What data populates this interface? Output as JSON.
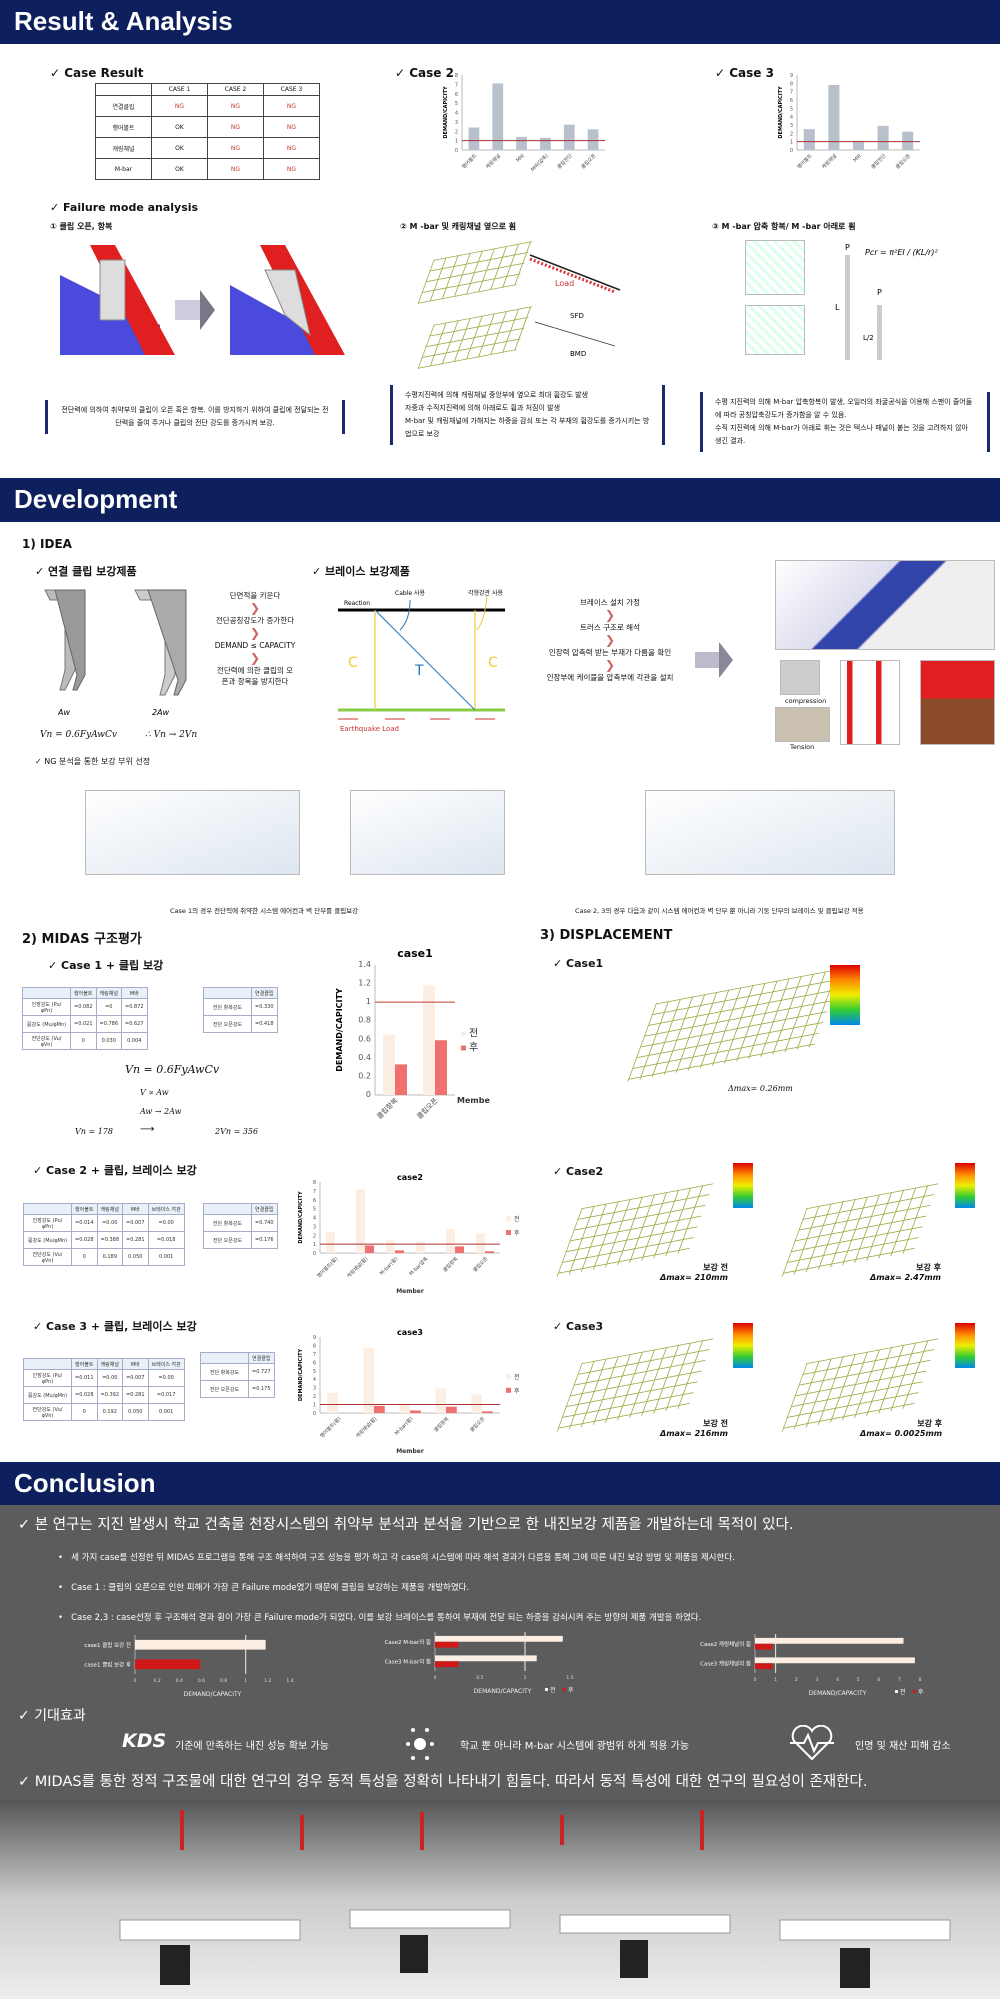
{
  "sections": {
    "result": "Result & Analysis",
    "development": "Development",
    "conclusion": "Conclusion"
  },
  "result": {
    "case_result_title": "Case Result",
    "table": {
      "headers": [
        "",
        "CASE 1",
        "CASE 2",
        "CASE 3"
      ],
      "rows": [
        [
          "연결클립",
          "NG",
          "NG",
          "NG"
        ],
        [
          "행어볼트",
          "OK",
          "NG",
          "NG"
        ],
        [
          "캐링채널",
          "OK",
          "NG",
          "NG"
        ],
        [
          "M-bar",
          "OK",
          "NG",
          "NG"
        ]
      ]
    },
    "case2_title": "Case 2",
    "case3_title": "Case 3",
    "failure_title": "Failure mode analysis",
    "failure_modes": [
      "① 클립 오픈, 항복",
      "② M -bar 및 캐링채널 옆으로 휨",
      "③ M -bar 압축 항복/ M -bar 아래로 휨"
    ],
    "fig_labels": {
      "load": "Load",
      "sfd": "SFD",
      "bmd": "BMD",
      "p": "P",
      "l": "L",
      "l2": "L/2",
      "pcr": "Pcr = π²EI / (KL/r)²"
    },
    "notes": [
      [
        "전단력에 의하여 취약부의 클립이 오픈 혹은 항복. 이를 방지하기 위하여 클립에 전달되는 전단력을 줄여 주거나 클립의 전단 강도를 증가시켜 보강."
      ],
      [
        "수평지진력에 의해 캐링채널 중앙부에 옆으로 최대 휨강도 발생",
        "자중과 수직지진력에 의해 아래로도 휨과 처짐이 발생",
        "M-bar 및 캐링채널에 가해지는 하중을 감쇠 또는 각 부재의 휨강도를 증가시키는 방법으로 보강"
      ],
      [
        "수평 지진력의 의해 M-bar 압축항복이 발생, 오일러의 좌굴공식을 이용해 스팬이 줄어듦에 따라 공칭압축강도가 증가함을 알 수 있음.",
        "수직 지진력에 의해 M-bar가 아래로 휘는 것은 텍스나 패널이 붙는 것을 고려하지 않아 생긴 결과."
      ]
    ]
  },
  "idea": {
    "title": "1) IDEA",
    "clip_title": "✓ 연결 클립 보강제품",
    "brace_title": "✓ 브레이스 보강제품",
    "clip_labels": [
      "Aw",
      "2Aw"
    ],
    "clip_formula": "Vn = 0.6FyAwCv",
    "clip_result": "∴ Vn → 2Vn",
    "clip_flow": [
      "단면적을 키운다",
      "전단공칭강도가 증가한다",
      "DEMAND ≤ CAPACITY",
      "전단력에 의한 클립의 오픈과 항복을 방지한다"
    ],
    "brace_labels": {
      "reaction": "Reaction",
      "cable": "Cable 사용",
      "pipe": "각형강관 사용",
      "c": "C",
      "t": "T",
      "eq": "Earthquake Load"
    },
    "brace_flow": [
      "브레이스 설치 가정",
      "트러스 구조로 해석",
      "인장력 압축력 받는 부재가 다름을 확인",
      "인장부에 케이블을 압축부에 각관을 설치"
    ],
    "photo_labels": [
      "compression",
      "Tension"
    ],
    "ng_title": "✓ NG 분석을 통한 보강 부위 선정",
    "captions": [
      "Case 1의 경우 전단력에 취약한 시스템 에어컨과 벽 단부를 클립보강",
      "Case 2, 3의 경우 다음과 같이 시스템 에어컨과 벽 단부 뿐 아니라 기둥 단부의 브레이스 및 클립보강 적용"
    ]
  },
  "midas": {
    "title": "2) MIDAS 구조평가",
    "case1_title": "✓ Case 1 + 클립 보강",
    "case2_title": "✓ Case 2 + 클립, 브레이스 보강",
    "case3_title": "✓   Case 3 + 클립, 브레이스 보강",
    "t1": {
      "headers": [
        "",
        "행어볼트",
        "캐링채널",
        "M바"
      ],
      "rows": [
        [
          "인장강도 (Pu/φPn)",
          "=0.082",
          "=0",
          "=0.872"
        ],
        [
          "휨강도 (Mu/φMn)",
          "=0.021",
          "=0.786",
          "=0.627"
        ],
        [
          "전단강도 (Vu/φVn)",
          "0",
          "0.030",
          "0.004"
        ]
      ]
    },
    "t1b": {
      "headers": [
        "",
        "연결클립"
      ],
      "rows": [
        [
          "전단 항복강도",
          "=0.330"
        ],
        [
          "전단 오픈강도",
          "=0.418"
        ]
      ]
    },
    "t2": {
      "headers": [
        "",
        "행어볼트",
        "캐링채널",
        "M바",
        "브레이스 각관"
      ],
      "rows": [
        [
          "인장강도 (Pu/φPn)",
          "=0.014",
          "=0.00",
          "=0.007",
          "=0.00"
        ],
        [
          "휨강도 (Mu/φMn)",
          "=0.028",
          "=0.388",
          "=0.281",
          "=0.018"
        ],
        [
          "전단강도 (Vu/φVn)",
          "0",
          "0.189",
          "0.050",
          "0.001"
        ]
      ]
    },
    "t2b": {
      "headers": [
        "",
        "연결클립"
      ],
      "rows": [
        [
          "전단 항복강도",
          "=0.740"
        ],
        [
          "전단 오픈강도",
          "=0.176"
        ]
      ]
    },
    "t3": {
      "headers": [
        "",
        "행어볼트",
        "캐링채널",
        "M바",
        "브레이스 각관"
      ],
      "rows": [
        [
          "인장강도 (Pu/φPn)",
          "=0.011",
          "=0.00",
          "=0.007",
          "=0.00"
        ],
        [
          "휨강도 (Mu/φMn)",
          "=0.028",
          "=0.392",
          "=0.281",
          "=0.017"
        ],
        [
          "전단강도 (Vu/φVn)",
          "0",
          "0.192",
          "0.050",
          "0.001"
        ]
      ]
    },
    "t3b": {
      "headers": [
        "",
        "연결클립"
      ],
      "rows": [
        [
          "전단 항복강도",
          "=0.727"
        ],
        [
          "전단 오픈강도",
          "=0.175"
        ]
      ]
    },
    "formulas": [
      "Vn = 0.6FyAwCv",
      "V ∝ Aw",
      "Aw → 2Aw",
      "Vn = 178",
      "2Vn = 356"
    ]
  },
  "displacement": {
    "title": "3) DISPLACEMENT",
    "case1": "✓ Case1",
    "case2": "✓ Case2",
    "case3": "✓ Case3",
    "before": "보강 전",
    "after": "보강 후",
    "values": [
      "Δmax= 0.26mm",
      "Δmax= 210mm",
      "Δmax= 2.47mm",
      "Δmax= 216mm",
      "Δmax= 0.0025mm"
    ]
  },
  "conclusion": {
    "main": "✓ 본 연구는 지진 발생시 학교 건축물 천장시스템의 취약부 분석과 분석을 기반으로 한 내진보강 제품을 개발하는데 목적이 있다.",
    "bullets": [
      "세 가지 case를 선정한 뒤 MIDAS 프로그램을 통해 구조 해석하여 구조 성능을 평가 하고 각 case의 시스템에 따라 해석 결과가 다름을 통해 그에 따른 내진 보강 방법 및 제품을 제시한다.",
      "Case 1 : 클립의 오픈으로 인한 피해가 가장 큰 Failure mode였기 때문에 클립을 보강하는 제품을 개발하였다.",
      "Case 2,3 : case선정 후 구조해석 결과 휨이 가장 큰 Failure mode가 되었다. 이를 보강 브레이스를 통하여 부재에 전달 되는 하중을 감쇠시켜 주는 방향의 제품 개발을 하였다."
    ],
    "effects_title": "✓ 기대효과",
    "effects": [
      {
        "icon": "KDS",
        "text": "기준에 만족하는 내진 성능 확보 가능"
      },
      {
        "text": "학교 뿐 아니라 M-bar 시스템에 광범위 하게 적용 가능"
      },
      {
        "text": "인명 및 재산 피해 감소"
      }
    ],
    "final": "✓ MIDAS를 통한 정적 구조물에 대한 연구의 경우 동적 특성을 정확히 나타내기 힘들다. 따라서 동적 특성에 대한 연구의 필요성이 존재한다."
  },
  "colors": {
    "navy": "#0d1f5c",
    "before": "#fdeee4",
    "after": "#f07070",
    "after_dark": "#d01818",
    "limit": "#c0392b",
    "bar": "#b8c0cc"
  },
  "chart_data": [
    {
      "id": "c2top",
      "type": "bar",
      "title": "",
      "ylabel": "DEMAND/CAPICITY",
      "ylim": [
        0,
        8
      ],
      "yticks": [
        0,
        1,
        2,
        3,
        4,
        5,
        6,
        7,
        8
      ],
      "categories": [
        "행어볼트",
        "캐링채널",
        "M바",
        "M바(압축)",
        "클립전단",
        "클립오픈"
      ],
      "series": [
        {
          "name": "",
          "values": [
            2.4,
            7.1,
            1.4,
            1.3,
            2.7,
            2.2
          ]
        }
      ],
      "limit": 1
    },
    {
      "id": "c3top",
      "type": "bar",
      "title": "",
      "ylabel": "DEMAND/CAPICITY",
      "ylim": [
        0,
        9
      ],
      "yticks": [
        0,
        1,
        2,
        3,
        4,
        5,
        6,
        7,
        8,
        9
      ],
      "categories": [
        "행어볼트",
        "캐링채널",
        "M바",
        "클립전단",
        "클립오픈"
      ],
      "series": [
        {
          "name": "",
          "values": [
            2.5,
            7.8,
            1.1,
            2.9,
            2.2
          ]
        }
      ],
      "limit": 1
    },
    {
      "id": "case1",
      "type": "bar",
      "title": "case1",
      "ylabel": "DEMAND/CAPICITY",
      "xlabel": "Member",
      "ylim": [
        0,
        1.4
      ],
      "yticks": [
        0,
        0.2,
        0.4,
        0.6,
        0.8,
        1,
        1.2,
        1.4
      ],
      "categories": [
        "클립항복",
        "클립오픈"
      ],
      "series": [
        {
          "name": "전",
          "values": [
            0.65,
            1.18
          ]
        },
        {
          "name": "후",
          "values": [
            0.33,
            0.59
          ]
        }
      ],
      "limit": 1
    },
    {
      "id": "case2",
      "type": "bar",
      "title": "case2",
      "ylabel": "DEMAND/CAPICITY",
      "xlabel": "Member",
      "ylim": [
        0,
        8
      ],
      "yticks": [
        0,
        1,
        2,
        3,
        4,
        5,
        6,
        7,
        8
      ],
      "categories": [
        "행어볼트(휨)",
        "캐링채널(휨)",
        "M-bar(휨)",
        "M-bar압축",
        "클립항복",
        "클립오픈"
      ],
      "series": [
        {
          "name": "전",
          "values": [
            2.4,
            7.2,
            1.4,
            1.3,
            2.7,
            2.2
          ]
        },
        {
          "name": "후",
          "values": [
            0,
            0.85,
            0.3,
            0,
            0.75,
            0.2
          ]
        }
      ],
      "limit": 1
    },
    {
      "id": "case3",
      "type": "bar",
      "title": "case3",
      "ylabel": "DEMAND/CAPICITY",
      "xlabel": "Member",
      "ylim": [
        0,
        9
      ],
      "yticks": [
        0,
        1,
        2,
        3,
        4,
        5,
        6,
        7,
        8,
        9
      ],
      "categories": [
        "행어볼트(휨)",
        "캐링채널(휨)",
        "M-bar(휨)",
        "클립항복",
        "클립오픈"
      ],
      "series": [
        {
          "name": "전",
          "values": [
            2.4,
            7.7,
            1.1,
            2.9,
            2.2
          ]
        },
        {
          "name": "후",
          "values": [
            0,
            0.85,
            0.3,
            0.75,
            0.2
          ]
        }
      ],
      "limit": 1
    },
    {
      "id": "h1",
      "type": "hbar",
      "xlabel": "DEMAND/CAPACITY",
      "xlim": [
        0,
        1.4
      ],
      "xticks": [
        0,
        0.2,
        0.4,
        0.6,
        0.8,
        1,
        1.2,
        1.4
      ],
      "categories": [
        "case1 클립 보강 전",
        "case1 클립 보강 후"
      ],
      "series": [
        {
          "name": "전",
          "values": [
            1.18,
            null
          ]
        },
        {
          "name": "후",
          "values": [
            null,
            0.59
          ]
        }
      ],
      "limit": 1
    },
    {
      "id": "h2",
      "type": "hbar",
      "xlabel": "DEMAND/CAPACITY",
      "xlim": [
        0,
        1.5
      ],
      "xticks": [
        0,
        0.5,
        1,
        1.5
      ],
      "categories": [
        "Case2 M-bar의 휨",
        "Case3 M-bar의 휨"
      ],
      "series": [
        {
          "name": "전",
          "values": [
            1.42,
            1.13
          ]
        },
        {
          "name": "후",
          "values": [
            0.26,
            0.26
          ]
        }
      ],
      "limit": 1
    },
    {
      "id": "h3",
      "type": "hbar",
      "xlabel": "DEMAND/CAPACITY",
      "xlim": [
        0,
        8
      ],
      "xticks": [
        0,
        1,
        2,
        3,
        4,
        5,
        6,
        7,
        8
      ],
      "categories": [
        "Case2 캐링채널의 휨",
        "Case3 캐링채널의 휨"
      ],
      "series": [
        {
          "name": "전",
          "values": [
            7.2,
            7.75
          ]
        },
        {
          "name": "후",
          "values": [
            0.85,
            0.85
          ]
        }
      ],
      "limit": 1
    }
  ]
}
